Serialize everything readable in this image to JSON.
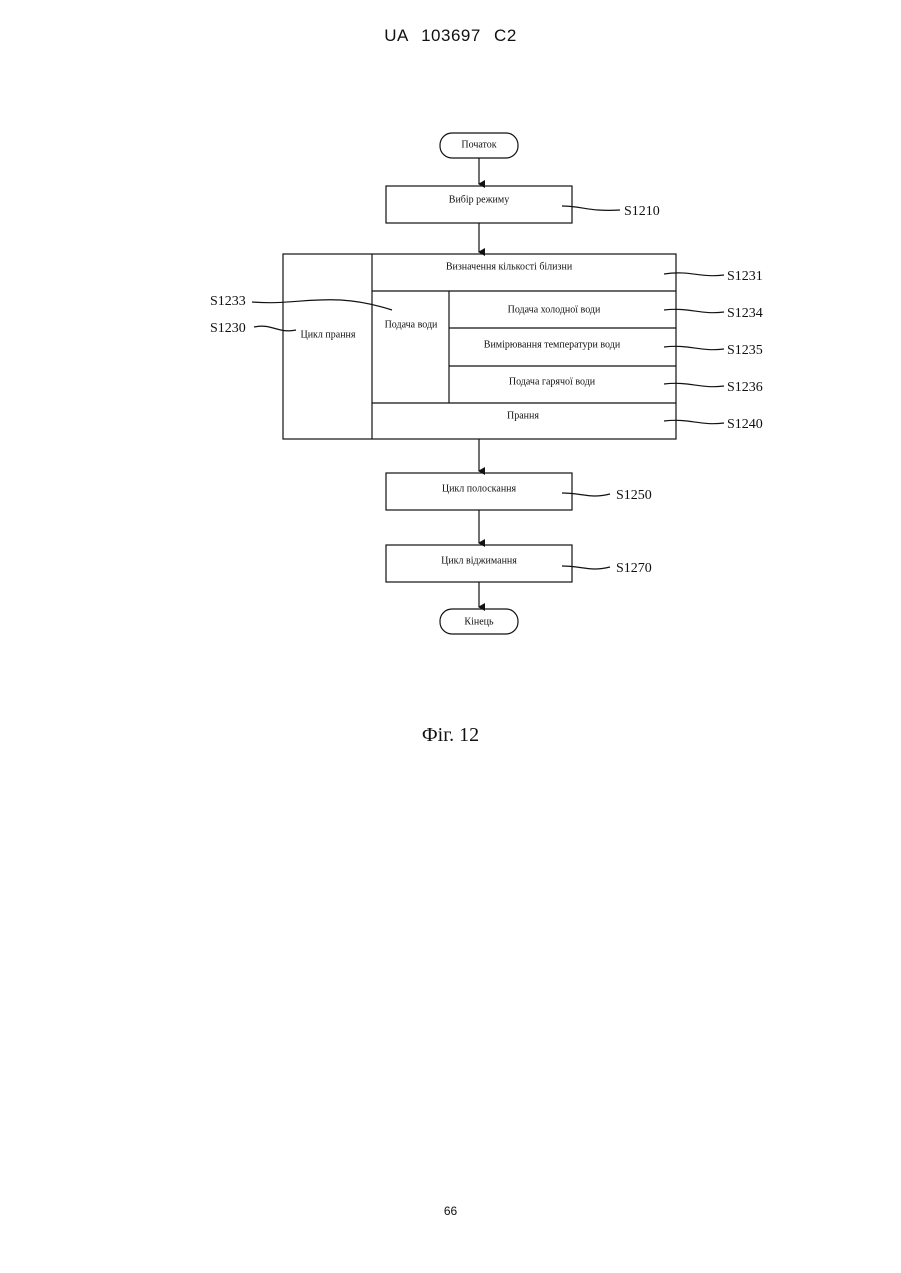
{
  "header": {
    "text": "UA   103697   C2"
  },
  "flowchart": {
    "start": "Початок",
    "mode_select": {
      "label": "Вибір режиму",
      "ref": "S1210"
    },
    "wash_cycle": {
      "label": "Цикл прання",
      "ref": "S1230"
    },
    "laundry_amount": {
      "label": "Визначення кількості білизни",
      "ref": "S1231"
    },
    "water_supply": {
      "label": "Подача води",
      "ref": "S1233"
    },
    "cold_water": {
      "label": "Подача холодної води",
      "ref": "S1234"
    },
    "temp_measure": {
      "label": "Вимірювання температури води",
      "ref": "S1235"
    },
    "hot_water": {
      "label": "Подача гарячої води",
      "ref": "S1236"
    },
    "washing": {
      "label": "Прання",
      "ref": "S1240"
    },
    "rinse_cycle": {
      "label": "Цикл полоскання",
      "ref": "S1250"
    },
    "spin_cycle": {
      "label": "Цикл віджимання",
      "ref": "S1270"
    },
    "end": "Кінець"
  },
  "caption": "Фіг. 12",
  "page_number": "66"
}
